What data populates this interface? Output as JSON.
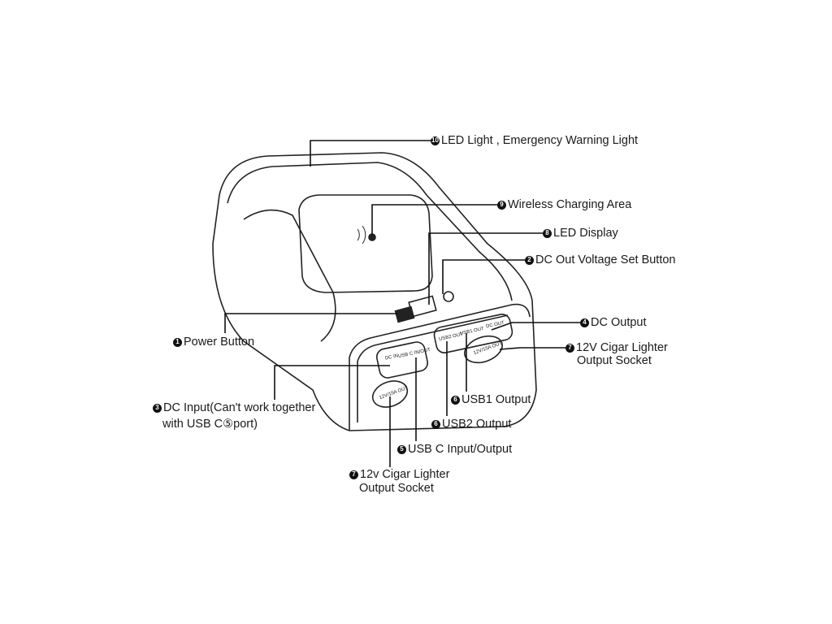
{
  "callouts": [
    {
      "num": "10",
      "text": "LED Light , Emergency Warning Light"
    },
    {
      "num": "9",
      "text": "Wireless Charging Area"
    },
    {
      "num": "8",
      "text": "LED Display"
    },
    {
      "num": "2",
      "text": "DC Out Voltage Set Button"
    },
    {
      "num": "4",
      "text": "DC Output"
    },
    {
      "num": "7",
      "text": "12V Cigar Lighter",
      "text2": "Output Socket"
    },
    {
      "num": "1",
      "text": "Power Button"
    },
    {
      "num": "3",
      "text": "DC Input(Can't work together",
      "text2": "with USB C⑤port)"
    },
    {
      "num": "6",
      "text": "USB1 Output"
    },
    {
      "num": "6",
      "text": "USB2 Output"
    },
    {
      "num": "5",
      "text": "USB C Input/Output"
    },
    {
      "num": "7",
      "text": "12v Cigar Lighter",
      "text2": "Output Socket"
    }
  ],
  "device_labels": {
    "dc_in": "DC IN",
    "usb_c": "USB C IN/OUT",
    "usb2": "USB2 OUT",
    "usb1": "USB1 OUT",
    "dc_out": "DC OUT",
    "cig": "12V/15A OUT"
  }
}
